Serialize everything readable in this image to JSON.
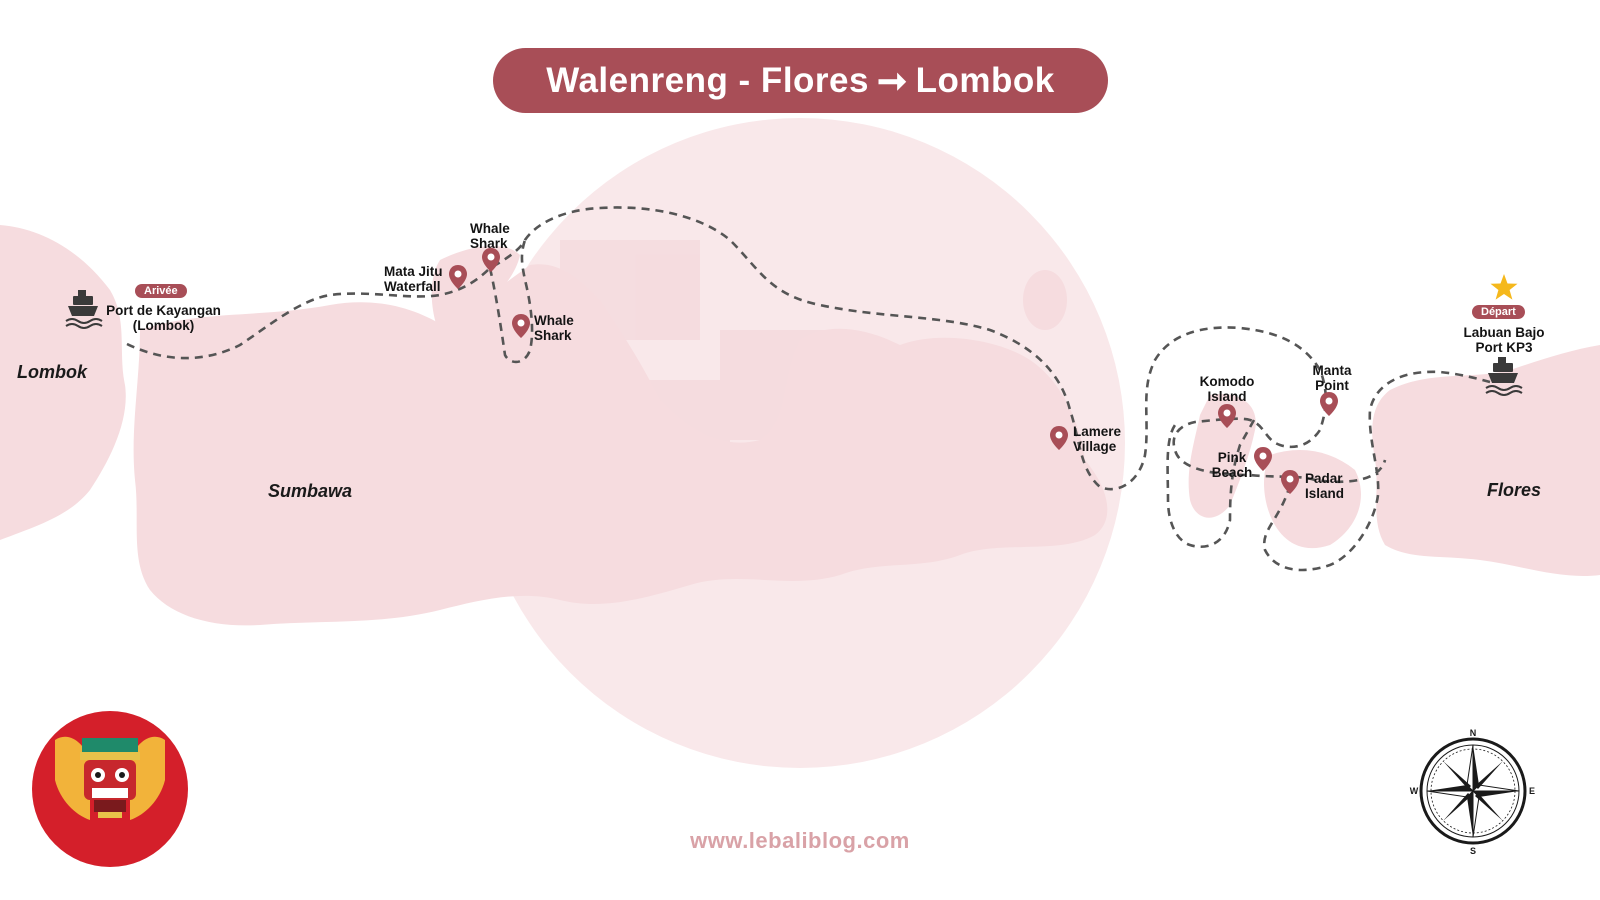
{
  "title": {
    "text": "Walenreng - Flores",
    "arrow": "➞",
    "destination": "Lombok"
  },
  "regions": {
    "lombok": "Lombok",
    "sumbawa": "Sumbawa",
    "flores": "Flores"
  },
  "badges": {
    "arrival": "Arivée",
    "departure": "Départ"
  },
  "places": {
    "kayangan_line1": "Port de Kayangan",
    "kayangan_line2": "(Lombok)",
    "mata_jitu_line1": "Mata Jitu",
    "mata_jitu_line2": "Waterfall",
    "whale_shark_north_line1": "Whale",
    "whale_shark_north_line2": "Shark",
    "whale_shark_south_line1": "Whale",
    "whale_shark_south_line2": "Shark",
    "lamere_line1": "Lamere",
    "lamere_line2": "Village",
    "komodo_line1": "Komodo",
    "komodo_line2": "Island",
    "manta_line1": "Manta",
    "manta_line2": "Point",
    "pink_line1": "Pink",
    "pink_line2": "Beach",
    "padar_line1": "Padar",
    "padar_line2": "Island",
    "labuan_line1": "Labuan Bajo",
    "labuan_line2": "Port KP3"
  },
  "compass": {
    "n": "N",
    "s": "S",
    "e": "E",
    "w": "W"
  },
  "website": "www.lebaliblog.com",
  "icons": [
    "ship-icon",
    "map-pin-icon",
    "star-icon",
    "compass-rose-icon",
    "barong-mask-logo"
  ],
  "colors": {
    "accent": "#a84e57",
    "land": "#f6dcdf",
    "watermark": "#f9e8ea",
    "route": "#555555",
    "website": "#d9a2a7"
  }
}
